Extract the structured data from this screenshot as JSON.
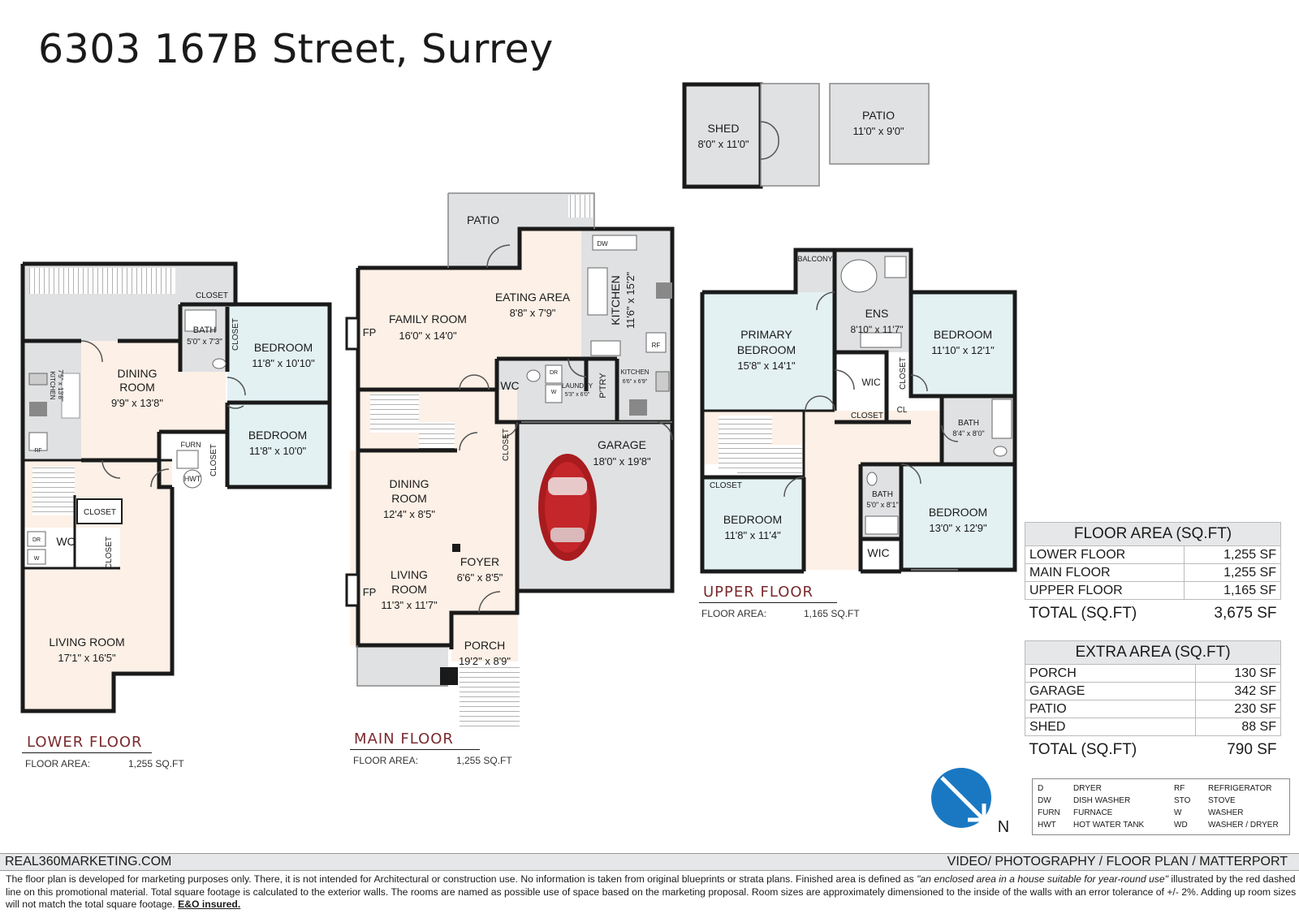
{
  "title": "6303 167B Street, Surrey",
  "lower_floor": {
    "label": "LOWER FLOOR",
    "area_label": "FLOOR AREA:",
    "area_value": "1,255 SQ.FT",
    "rooms": {
      "dining_name1": "DINING",
      "dining_name2": "ROOM",
      "dining_dim": "9'9\" x 13'8\"",
      "kitchen_name": "KITCHEN",
      "kitchen_dim": "7'5\" x 13'8\"",
      "bath_name": "BATH",
      "bath_dim": "5'0\" x 7'3\"",
      "bedroom1_name": "BEDROOM",
      "bedroom1_dim": "11'8\" x 10'10\"",
      "bedroom2_name": "BEDROOM",
      "bedroom2_dim": "11'8\" x 10'0\"",
      "closet1": "CLOSET",
      "closet2": "CLOSET",
      "closet3": "CLOSET",
      "closet4": "CLOSET",
      "closet5": "CLOSET",
      "furn": "FURN",
      "hwt": "HWT",
      "rf": "RF",
      "wc": "WC",
      "dr": "DR",
      "w": "W",
      "living_name": "LIVING ROOM",
      "living_dim": "17'1\" x 16'5\""
    }
  },
  "main_floor": {
    "label": "MAIN FLOOR",
    "area_label": "FLOOR AREA:",
    "area_value": "1,255 SQ.FT",
    "rooms": {
      "patio": "PATIO",
      "family_name": "FAMILY ROOM",
      "family_dim": "16'0\" x 14'0\"",
      "eating_name": "EATING AREA",
      "eating_dim": "8'8\" x 7'9\"",
      "kitchen_name": "KITCHEN",
      "kitchen_dim": "11'6\" x 15'2\"",
      "dw": "DW",
      "rf": "RF",
      "fp1": "FP",
      "fp2": "FP",
      "wc": "WC",
      "dr": "DR",
      "w": "W",
      "laundry_name": "LAUNDRY",
      "laundry_dim": "5'3\" x 6'0\"",
      "pantry": "P'TRY",
      "kitchen2_name": "KITCHEN",
      "kitchen2_dim": "6'6\" x 6'9\"",
      "closet": "CLOSET",
      "garage_name": "GARAGE",
      "garage_dim": "18'0\" x 19'8\"",
      "dining_name1": "DINING",
      "dining_name2": "ROOM",
      "dining_dim": "12'4\" x 8'5\"",
      "foyer_name": "FOYER",
      "foyer_dim": "6'6\" x 8'5\"",
      "living_name1": "LIVING",
      "living_name2": "ROOM",
      "living_dim": "11'3\" x 11'7\"",
      "porch_name": "PORCH",
      "porch_dim": "19'2\" x 8'9\""
    }
  },
  "upper_floor": {
    "label": "UPPER FLOOR",
    "area_label": "FLOOR AREA:",
    "area_value": "1,165 SQ.FT",
    "rooms": {
      "balcony": "BALCONY",
      "primary_name1": "PRIMARY",
      "primary_name2": "BEDROOM",
      "primary_dim": "15'8\" x 14'1\"",
      "ens_name": "ENS",
      "ens_dim": "8'10\" x 11'7\"",
      "wic1": "WIC",
      "wic2": "WIC",
      "bedroom1_name": "BEDROOM",
      "bedroom1_dim": "11'10\" x 12'1\"",
      "closet1": "CLOSET",
      "closet2": "CLOSET",
      "closet3": "CLOSET",
      "cl": "CL",
      "bath1_name": "BATH",
      "bath1_dim": "8'4\" x 8'0\"",
      "bath2_name": "BATH",
      "bath2_dim": "5'0\" x 8'1\"",
      "bedroom2_name": "BEDROOM",
      "bedroom2_dim": "11'8\" x 11'4\"",
      "bedroom3_name": "BEDROOM",
      "bedroom3_dim": "13'0\" x 12'9\""
    }
  },
  "outbuildings": {
    "shed_name": "SHED",
    "shed_dim": "8'0\" x 11'0\"",
    "patio_name": "PATIO",
    "patio_dim": "11'0\" x 9'0\""
  },
  "floor_area_table": {
    "header": "FLOOR AREA (SQ.FT)",
    "rows": [
      {
        "label": "LOWER FLOOR",
        "value": "1,255 SF"
      },
      {
        "label": "MAIN FLOOR",
        "value": "1,255 SF"
      },
      {
        "label": "UPPER FLOOR",
        "value": "1,165 SF"
      }
    ],
    "total_label": "TOTAL (SQ.FT)",
    "total_value": "3,675 SF"
  },
  "extra_area_table": {
    "header": "EXTRA AREA (SQ.FT)",
    "rows": [
      {
        "label": "PORCH",
        "value": "130 SF"
      },
      {
        "label": "GARAGE",
        "value": "342 SF"
      },
      {
        "label": "PATIO",
        "value": "230 SF"
      },
      {
        "label": "SHED",
        "value": "88 SF"
      }
    ],
    "total_label": "TOTAL (SQ.FT)",
    "total_value": "790 SF"
  },
  "compass": {
    "label": "N",
    "icon": "north-arrow-icon"
  },
  "legend": [
    {
      "abbr": "D",
      "meaning": "DRYER"
    },
    {
      "abbr": "DW",
      "meaning": "DISH WASHER"
    },
    {
      "abbr": "FURN",
      "meaning": "FURNACE"
    },
    {
      "abbr": "HWT",
      "meaning": "HOT WATER TANK"
    },
    {
      "abbr": "RF",
      "meaning": "REFRIGERATOR"
    },
    {
      "abbr": "STO",
      "meaning": "STOVE"
    },
    {
      "abbr": "W",
      "meaning": "WASHER"
    },
    {
      "abbr": "WD",
      "meaning": "WASHER / DRYER"
    }
  ],
  "footer": {
    "website": "REAL360MARKETING.COM",
    "services": "VIDEO/ PHOTOGRAPHY / FLOOR PLAN / MATTERPORT",
    "disclaimer_1": "The floor plan is developed for marketing purposes only. There, it is not intended for Architectural or construction use. No information is  taken from original blueprints or strata plans. Finished area is defined as ",
    "disclaimer_quote": "\"an enclosed area in a house suitable for year-round use\"",
    "disclaimer_2": " illustrated by the red dashed line on this promotional material. Total square footage is calculated to the exterior walls. The rooms are named as possible use of space based on the marketing proposal. Room sizes are approximately dimensioned to the inside of the walls with an error tolerance of +/- 2%. Adding up room sizes will not match the total square footage. ",
    "disclaimer_eo": "E&O insured."
  },
  "colors": {
    "wall": "#1a1a1a",
    "bedroom_fill": "#e3f1f3",
    "living_fill": "#fdf0e6",
    "service_fill": "#e0e1e3",
    "floor_label": "#7a2a2e",
    "compass_blue": "#1a78c2"
  }
}
